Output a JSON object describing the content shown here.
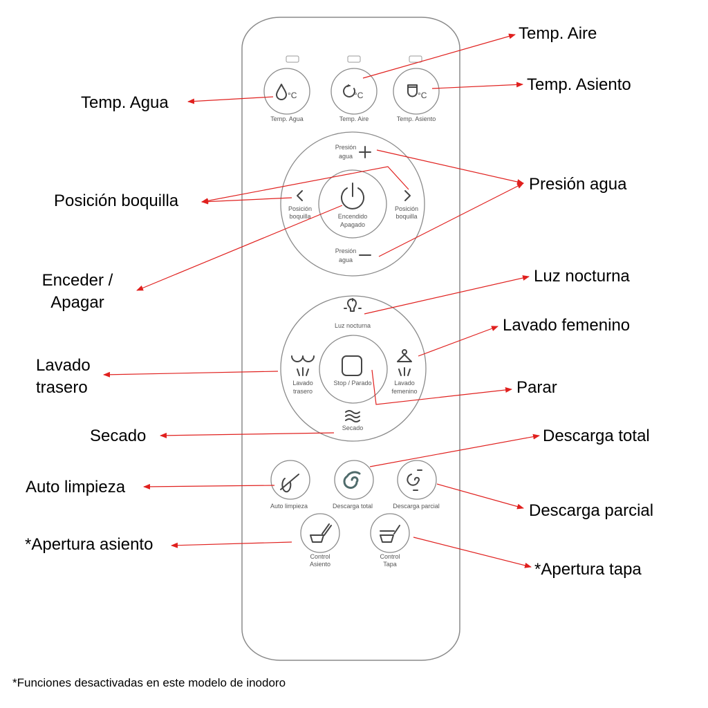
{
  "remote": {
    "temp_agua": "Temp. Agua",
    "temp_aire": "Temp. Aire",
    "temp_asiento": "Temp. Asiento",
    "presion_1": "Presión",
    "presion_2": "agua",
    "posicion_1": "Posición",
    "posicion_2": "boquilla",
    "power_1": "Encendido",
    "power_2": "Apagado",
    "luz": "Luz nocturna",
    "stop": "Stop / Parado",
    "trasero_1": "Lavado",
    "trasero_2": "trasero",
    "femenino_1": "Lavado",
    "femenino_2": "femenino",
    "secado": "Secado",
    "auto_limpieza": "Auto limpieza",
    "descarga_total": "Descarga total",
    "descarga_parcial": "Descarga parcial",
    "control_asiento_1": "Control",
    "control_asiento_2": "Asiento",
    "control_tapa_1": "Control",
    "control_tapa_2": "Tapa"
  },
  "callouts": {
    "temp_aire": "Temp. Aire",
    "temp_asiento": "Temp. Asiento",
    "temp_agua": "Temp. Agua",
    "presion_agua": "Presión agua",
    "posicion_boquilla": "Posición boquilla",
    "encender_1": "Enceder /",
    "encender_2": "Apagar",
    "luz_nocturna": "Luz nocturna",
    "lavado_femenino": "Lavado femenino",
    "parar": "Parar",
    "lavado_trasero_1": "Lavado",
    "lavado_trasero_2": "trasero",
    "secado": "Secado",
    "descarga_total": "Descarga total",
    "descarga_parcial": "Descarga parcial",
    "auto_limpieza": "Auto limpieza",
    "apertura_asiento": "*Apertura asiento",
    "apertura_tapa": "*Apertura tapa"
  },
  "footnote": "*Funciones desactivadas en este modelo de inodoro",
  "colors": {
    "arrow": "#e0201e",
    "outline": "#8a8a8a",
    "icon": "#444444",
    "flush": "#4f6b6b"
  }
}
